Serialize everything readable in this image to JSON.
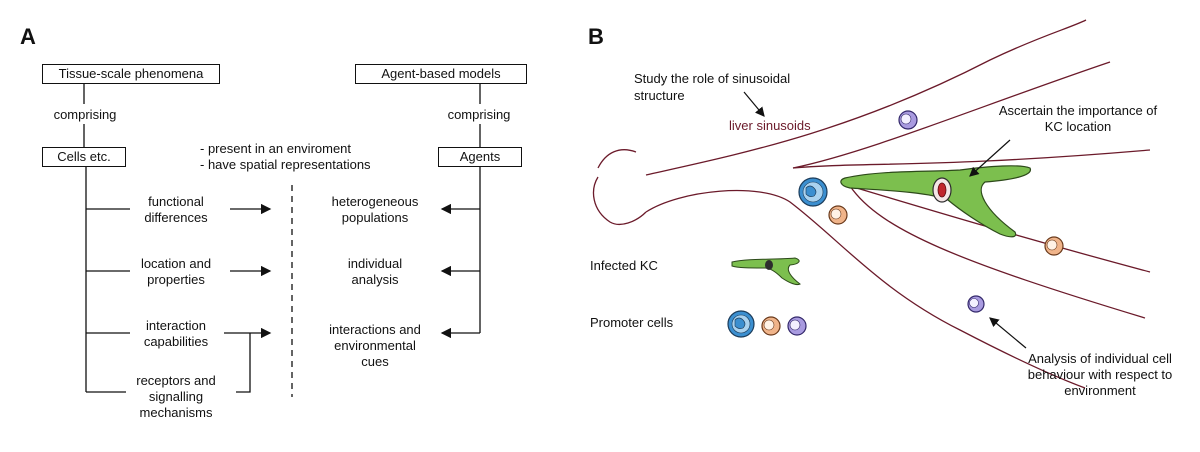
{
  "panel_a": {
    "letter": "A",
    "tissue_box": "Tissue-scale phenomena",
    "agent_box": "Agent-based models",
    "comprising_left": "comprising",
    "comprising_right": "comprising",
    "cells_box": "Cells etc.",
    "agents_box": "Agents",
    "env_line1": "- present in an enviroment",
    "env_line2": "- have spatial representations",
    "left_items": [
      {
        "line1": "functional",
        "line2": "differences"
      },
      {
        "line1": "location and",
        "line2": "properties"
      },
      {
        "line1": "interaction",
        "line2": "capabilities"
      },
      {
        "line1": "receptors and",
        "line2": "signalling",
        "line3": "mechanisms"
      }
    ],
    "right_items": [
      {
        "line1": "heterogeneous",
        "line2": "populations"
      },
      {
        "line1": "individual",
        "line2": "analysis"
      },
      {
        "line1": "interactions and",
        "line2": "environmental",
        "line3": "cues"
      }
    ]
  },
  "panel_b": {
    "letter": "B",
    "study_line1": "Study the role of sinusoidal",
    "study_line2": "structure",
    "liver_label": "liver sinusoids",
    "kc_line1": "Ascertain the importance of",
    "kc_line2": "KC location",
    "infected_label": "Infected KC",
    "promoter_label": "Promoter cells",
    "analysis_line1": "Analysis of individual cell",
    "analysis_line2": "behaviour with respect to",
    "analysis_line3": "environment",
    "colors": {
      "sinusoid": "#6b1a2a",
      "kc_fill": "#7cbf4e",
      "promoter_blue": "#3b8fd0",
      "promoter_orange": "#f0b48a",
      "promoter_purple": "#a99be0"
    }
  }
}
